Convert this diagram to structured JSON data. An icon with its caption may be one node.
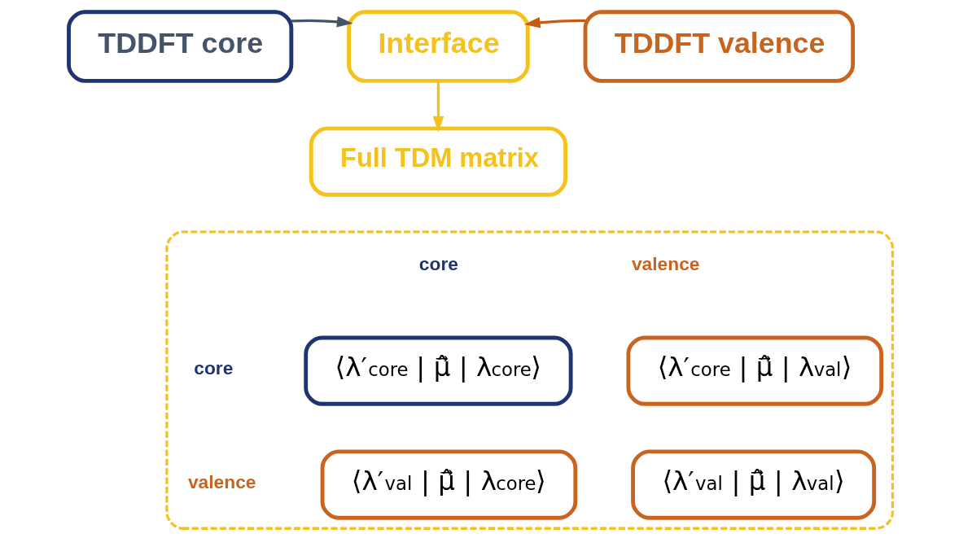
{
  "diagram": {
    "nodes": [
      {
        "text": [
          "TDDFT core"
        ]
      },
      {
        "text": [
          "Interface"
        ]
      },
      {
        "text": [
          "TDDFT valence"
        ]
      },
      {
        "text": [
          "Full TDM matrix"
        ]
      },
      {
        "text": [],
        "shape": "box"
      },
      {
        "text": [
          "⟨λ′$_{core}$ | μ̂⃗ | λ$_{core}$⟩"
        ],
        "in": 4
      },
      {
        "text": [
          "⟨λ′$_{core}$ | μ̂⃗ | λ$_{val}$⟩"
        ],
        "in": 4
      },
      {
        "text": [
          "⟨λ′$_{val}$ | μ̂⃗ | λ$_{core}$⟩"
        ],
        "in": 4
      },
      {
        "text": [
          "⟨λ′$_{val}$ | μ̂⃗ | λ$_{val}$⟩"
        ],
        "in": 4
      }
    ],
    "edges": [
      {
        "from": 0,
        "to": 1,
        "arrow": "to",
        "color": "#44546a"
      },
      {
        "from": 2,
        "to": 1,
        "arrow": "to",
        "color": "#c55a11"
      },
      {
        "from": 1,
        "to": 3,
        "arrow": "to",
        "color": "#f5c21b"
      }
    ],
    "labels": [
      "core",
      "valence",
      "core",
      "valence"
    ]
  }
}
